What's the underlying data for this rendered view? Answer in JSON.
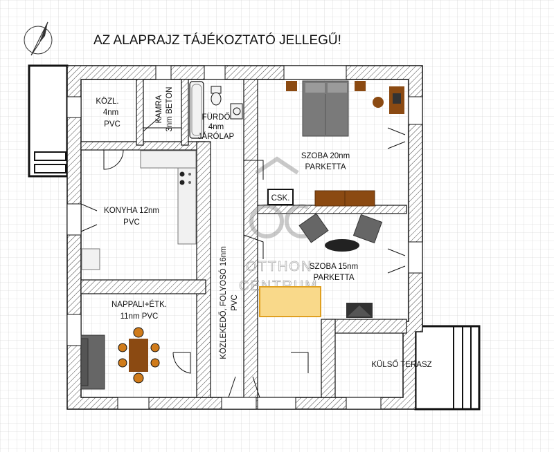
{
  "title": "AZ ALAPRAJZ TÁJÉKOZTATÓ JELLEGŰ!",
  "watermark": {
    "line1": "OTTHON",
    "line2": "CENTRUM"
  },
  "rooms": {
    "kozl": {
      "l1": "KÖZL.",
      "l2": "4nm",
      "l3": "PVC"
    },
    "kamra": {
      "l1": "KAMRA",
      "l2": "3nm BETON"
    },
    "furdo": {
      "l1": "FÜRDŐ",
      "l2": "4nm",
      "l3": "JÁRÓLAP"
    },
    "szoba20": {
      "l1": "SZOBA 20nm",
      "l2": "PARKETTA"
    },
    "konyha": {
      "l1": "KONYHA 12nm",
      "l2": "PVC"
    },
    "csk": "CSK.",
    "szoba15": {
      "l1": "SZOBA 15nm",
      "l2": "PARKETTA"
    },
    "folyoso": {
      "l1": "KÖZLEKEDŐ, FOLYOSÓ 16nm",
      "l2": "PVC"
    },
    "nappali": {
      "l1": "NAPPALI+ÉTK.",
      "l2": "11nm PVC"
    },
    "terasz": "KÜLSŐ TERASZ"
  },
  "icons": [
    "compass-icon",
    "stove-icon",
    "sink-icon",
    "bathtub-icon",
    "toilet-icon",
    "bed-icon",
    "sofa-icon",
    "armchair-icon",
    "dining-table-icon",
    "tv-icon",
    "door-icon",
    "window-icon"
  ]
}
